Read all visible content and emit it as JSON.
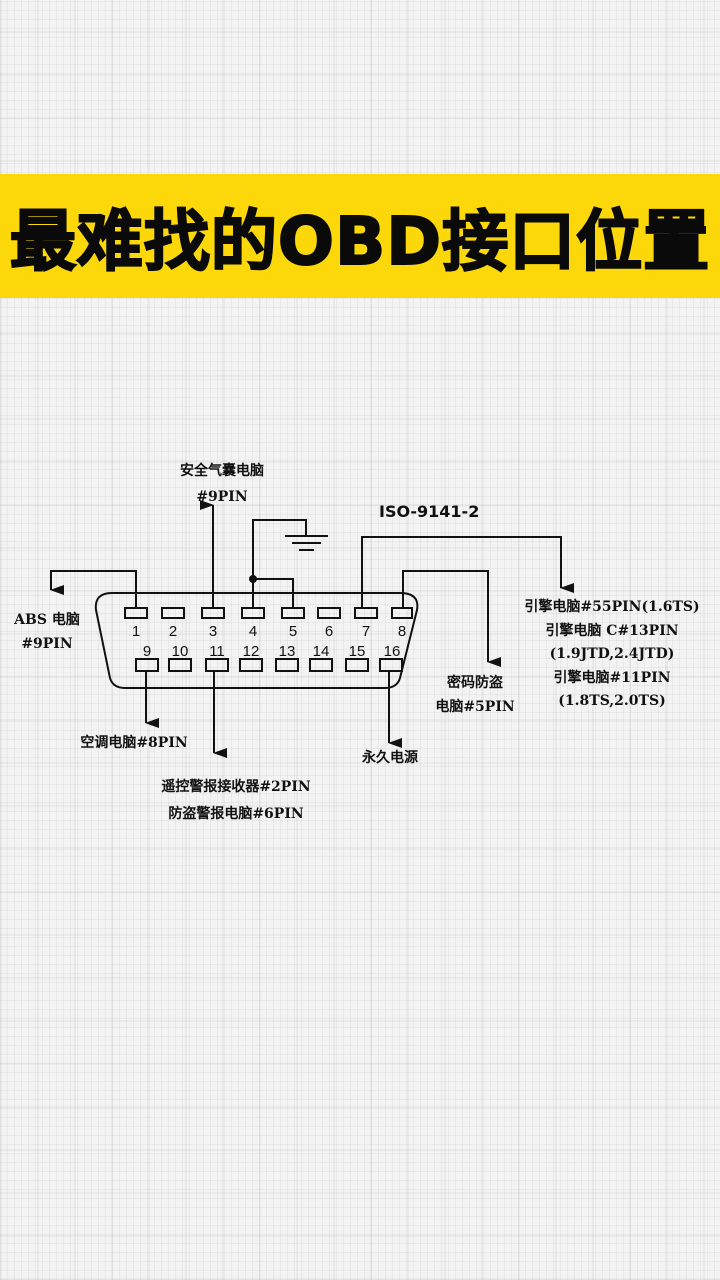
{
  "banner": {
    "title": "最难找的OBD接口位置",
    "background_color": "#fcd80a",
    "text_color": "#0a0a0a"
  },
  "diagram": {
    "protocol_label": "ISO-9141-2",
    "top_row_pins": [
      "1",
      "2",
      "3",
      "4",
      "5",
      "6",
      "7",
      "8"
    ],
    "bottom_row_pins": [
      "9",
      "10",
      "11",
      "12",
      "13",
      "14",
      "15",
      "16"
    ],
    "ground_symbol": "ground-icon",
    "connections": [
      {
        "pin": "1",
        "target": "ABS 电脑 #9PIN"
      },
      {
        "pin": "3",
        "target": "安全气囊电脑 #9PIN"
      },
      {
        "pin": "4",
        "target": "ground"
      },
      {
        "pin": "5",
        "target": "ground"
      },
      {
        "pin": "7",
        "target": "引擎电脑"
      },
      {
        "pin": "8",
        "target": "密码防盗电脑#5PIN"
      },
      {
        "pin": "9",
        "target": "空调电脑#8PIN"
      },
      {
        "pin": "11",
        "target": "遥控警报接收器#2PIN / 防盗警报电脑#6PIN"
      },
      {
        "pin": "16",
        "target": "永久电源"
      }
    ],
    "labels": {
      "airbag_line1": "安全气囊电脑",
      "airbag_line2": "#9PIN",
      "abs_line1": "ABS 电脑",
      "abs_line2": "#9PIN",
      "engine_line1": "引擎电脑#55PIN(1.6TS)",
      "engine_line2": "引擎电脑 C#13PIN",
      "engine_line3": "(1.9JTD,2.4JTD)",
      "engine_line4": "引擎电脑#11PIN",
      "engine_line5": "(1.8TS,2.0TS)",
      "immobilizer_line1": "密码防盗",
      "immobilizer_line2": "电脑#5PIN",
      "ac_label": "空调电脑#8PIN",
      "alarm_line1": "遥控警报接收器#2PIN",
      "alarm_line2": "防盗警报电脑#6PIN",
      "power_label": "永久电源"
    }
  }
}
